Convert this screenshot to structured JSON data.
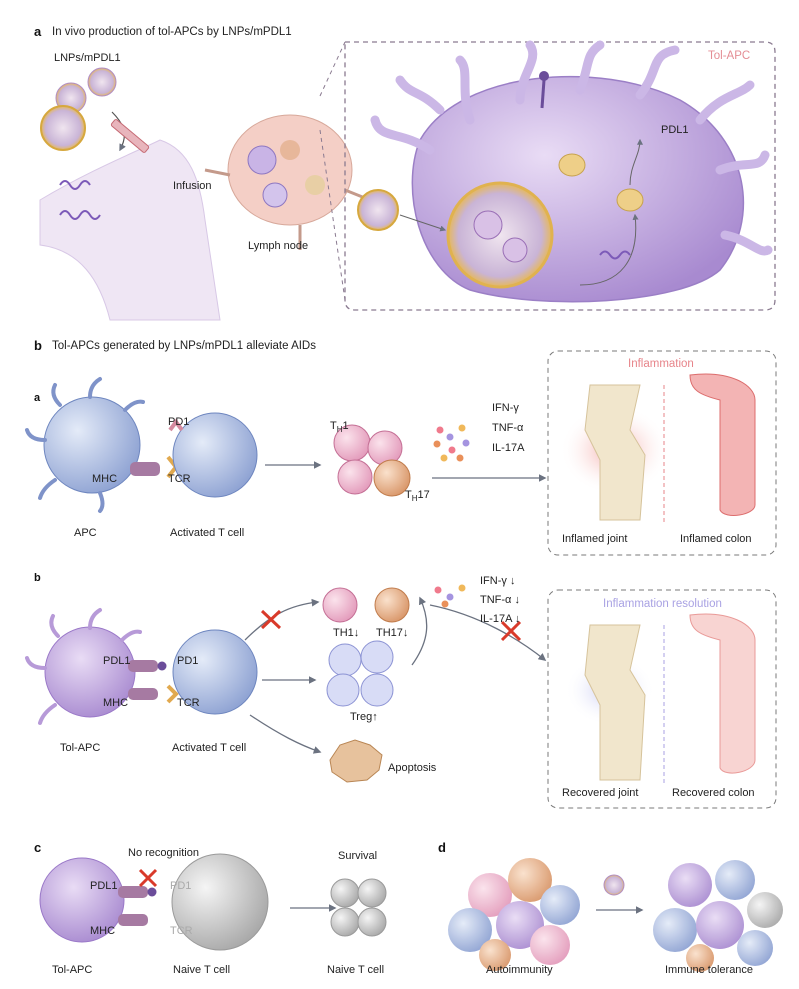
{
  "panel_a": {
    "letter": "a",
    "title": "In vivo production of tol-APCs by LNPs/mPDL1",
    "lnp_label": "LNPs/mPDL1",
    "infusion_label": "Infusion",
    "lymph_node_label": "Lymph node",
    "tol_apc_box_label": "Tol-APC",
    "pdl1_label": "PDL1"
  },
  "panel_b": {
    "letter": "b",
    "title": "Tol-APCs generated by LNPs/mPDL1 alleviate AIDs",
    "sub_a": {
      "letter": "a",
      "apc_label": "APC",
      "pd1_label": "PD1",
      "mhc_label": "MHC",
      "tcr_label": "TCR",
      "tcell_label": "Activated T cell",
      "th1_label_main": "T",
      "th1_label_sub": "H",
      "th1_label_tail": "1",
      "th17_label_main": "T",
      "th17_label_sub": "H",
      "th17_label_tail": "17",
      "cytokines": [
        "IFN-γ",
        "TNF-α",
        "IL-17A"
      ],
      "box_title": "Inflammation",
      "joint_label": "Inflamed joint",
      "colon_label": "Inflamed colon"
    },
    "sub_b": {
      "letter": "b",
      "pdl1_label": "PDL1",
      "pd1_label": "PD1",
      "mhc_label": "MHC",
      "tcr_label": "TCR",
      "tol_apc_label": "Tol-APC",
      "tcell_label": "Activated T cell",
      "th1_label": "TH1↓",
      "th17_label": "TH17↓",
      "treg_label": "Treg↑",
      "apoptosis_label": "Apoptosis",
      "cytokines": [
        "IFN-γ ↓",
        "TNF-α ↓",
        "IL-17A ↓"
      ],
      "box_title": "Inflammation resolution",
      "joint_label": "Recovered joint",
      "colon_label": "Recovered colon"
    }
  },
  "panel_c": {
    "letter": "c",
    "no_recognition_label": "No recognition",
    "pdl1_label": "PDL1",
    "pd1_label": "PD1",
    "mhc_label": "MHC",
    "tcr_label": "TCR",
    "tol_apc_label": "Tol-APC",
    "naive_label": "Naive T cell",
    "survival_label": "Survival",
    "naive_label_2": "Naive T cell"
  },
  "panel_d": {
    "letter": "d",
    "autoimmunity_label": "Autoimmunity",
    "tolerance_label": "Immune tolerance"
  },
  "colors": {
    "purple": "#b89cd6",
    "tcell": "#a9b8dc",
    "pink": "#f2b3c8",
    "orange": "#e9b68f",
    "red_x": "#d93a2a",
    "box_border": "#7a7a7a",
    "inflammation_title": "#e7848a",
    "resolution_title": "#a9a2e3"
  }
}
